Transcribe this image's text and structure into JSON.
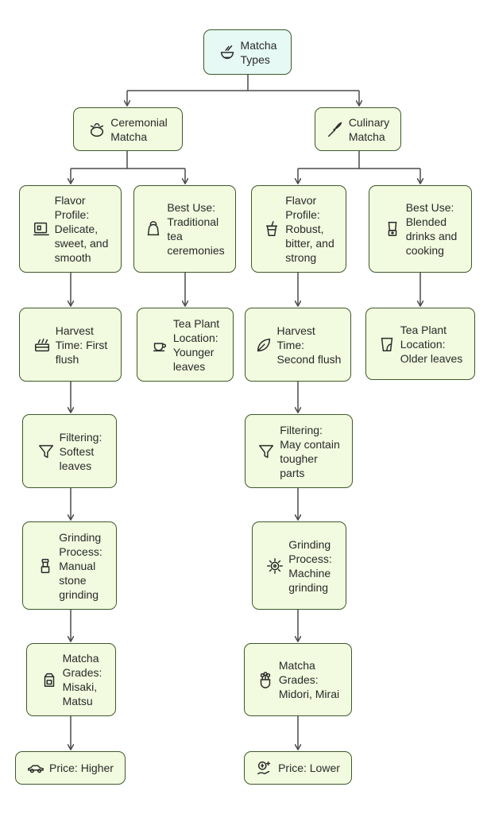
{
  "diagram": {
    "root": {
      "label": "Matcha\nTypes",
      "icon": "bowl-icon"
    },
    "ceremonial": {
      "title": {
        "label": "Ceremonial\nMatcha",
        "icon": "teapot-icon"
      },
      "flavor": {
        "label": "Flavor\nProfile:\nDelicate,\nsweet, and\nsmooth",
        "icon": "tea-box-icon"
      },
      "best_use": {
        "label": "Best Use:\nTraditional\ntea\nceremonies",
        "icon": "kettle-icon"
      },
      "harvest": {
        "label": "Harvest\nTime: First\nflush",
        "icon": "harvest-crate-icon"
      },
      "location": {
        "label": "Tea Plant\nLocation:\nYounger\nleaves",
        "icon": "tea-cup-icon"
      },
      "filtering": {
        "label": "Filtering:\nSoftest\nleaves",
        "icon": "funnel-icon"
      },
      "grinding": {
        "label": "Grinding\nProcess:\nManual\nstone\ngrinding",
        "icon": "grinder-icon"
      },
      "grades": {
        "label": "Matcha\nGrades:\nMisaki,\nMatsu",
        "icon": "matcha-carton-icon"
      },
      "price": {
        "label": "Price: Higher",
        "icon": "sports-car-icon"
      }
    },
    "culinary": {
      "title": {
        "label": "Culinary\nMatcha",
        "icon": "whisk-icon"
      },
      "flavor": {
        "label": "Flavor\nProfile:\nRobust,\nbitter, and\nstrong",
        "icon": "drink-cup-icon"
      },
      "best_use": {
        "label": "Best Use:\nBlended\ndrinks and\ncooking",
        "icon": "blender-icon"
      },
      "harvest": {
        "label": "Harvest\nTime:\nSecond flush",
        "icon": "leaf-icon"
      },
      "location": {
        "label": "Tea Plant\nLocation:\nOlder leaves",
        "icon": "glass-leaf-icon"
      },
      "filtering": {
        "label": "Filtering:\nMay contain\ntougher\nparts",
        "icon": "funnel-icon"
      },
      "grinding": {
        "label": "Grinding\nProcess:\nMachine\ngrinding",
        "icon": "gear-icon"
      },
      "grades": {
        "label": "Matcha\nGrades:\nMidori, Mirai",
        "icon": "plant-bouquet-icon"
      },
      "price": {
        "label": "Price: Lower",
        "icon": "money-hand-icon"
      }
    }
  },
  "colors": {
    "node_fill": "#f2fadf",
    "root_fill": "#e6f9f4",
    "border": "#3d5a2a",
    "edge": "#4a4a4a"
  }
}
